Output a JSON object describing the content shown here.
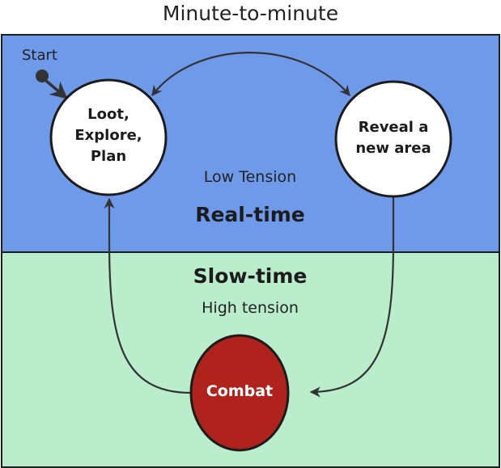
{
  "diagram": {
    "title": "Minute-to-minute",
    "start_label": "Start",
    "zones": {
      "realtime": {
        "name": "Real-time",
        "subtitle": "Low Tension",
        "color": "#6f9aea"
      },
      "slowtime": {
        "name": "Slow-time",
        "subtitle": "High tension",
        "color": "#b9edcb"
      }
    },
    "nodes": {
      "loot": {
        "lines": [
          "Loot,",
          "Explore,",
          "Plan"
        ],
        "color": "#ffffff"
      },
      "reveal": {
        "lines": [
          "Reveal a",
          "new area"
        ],
        "color": "#ffffff"
      },
      "combat": {
        "label": "Combat",
        "color": "#b0231c"
      }
    },
    "edges": [
      {
        "from": "start",
        "to": "loot"
      },
      {
        "from": "loot",
        "to": "reveal",
        "bidirectional": true
      },
      {
        "from": "reveal",
        "to": "combat"
      },
      {
        "from": "combat",
        "to": "loot"
      }
    ],
    "line_color": "#333333"
  }
}
